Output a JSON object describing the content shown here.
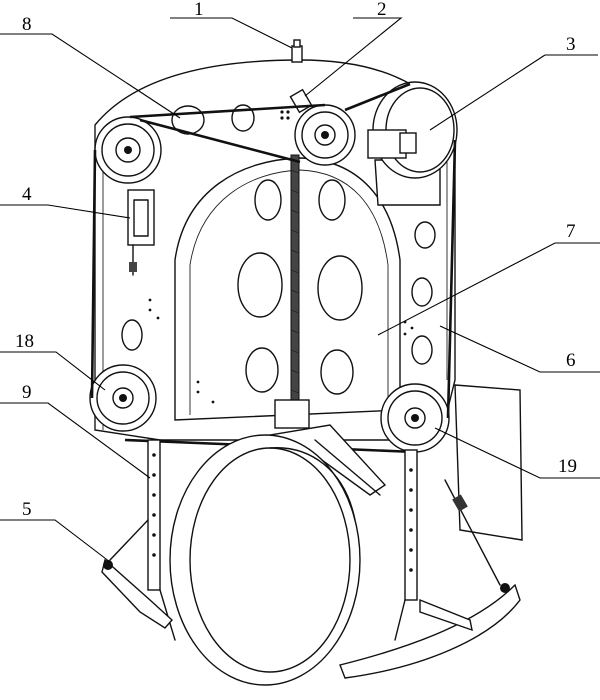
{
  "labels": [
    {
      "id": "1",
      "text": "1"
    },
    {
      "id": "2",
      "text": "2"
    },
    {
      "id": "3",
      "text": "3"
    },
    {
      "id": "4",
      "text": "4"
    },
    {
      "id": "5",
      "text": "5"
    },
    {
      "id": "6",
      "text": "6"
    },
    {
      "id": "7",
      "text": "7"
    },
    {
      "id": "8",
      "text": "8"
    },
    {
      "id": "9",
      "text": "9"
    },
    {
      "id": "18",
      "text": "18"
    },
    {
      "id": "19",
      "text": "19"
    }
  ]
}
